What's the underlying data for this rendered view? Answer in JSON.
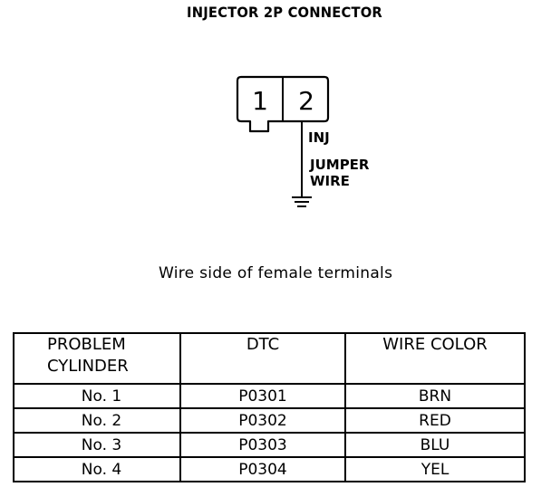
{
  "title": "INJECTOR 2P CONNECTOR",
  "connector": {
    "pins": [
      "1",
      "2"
    ],
    "inj_label": "INJ",
    "jumper_label_line1": "JUMPER",
    "jumper_label_line2": "WIRE"
  },
  "caption": "Wire side of female terminals",
  "table": {
    "headers": {
      "problem_line1": "PROBLEM",
      "problem_line2": "CYLINDER",
      "dtc": "DTC",
      "wire_color": "WIRE COLOR"
    },
    "rows": [
      {
        "cylinder": "No. 1",
        "dtc": "P0301",
        "color": "BRN"
      },
      {
        "cylinder": "No. 2",
        "dtc": "P0302",
        "color": "RED"
      },
      {
        "cylinder": "No. 3",
        "dtc": "P0303",
        "color": "BLU"
      },
      {
        "cylinder": "No. 4",
        "dtc": "P0304",
        "color": "YEL"
      }
    ]
  }
}
